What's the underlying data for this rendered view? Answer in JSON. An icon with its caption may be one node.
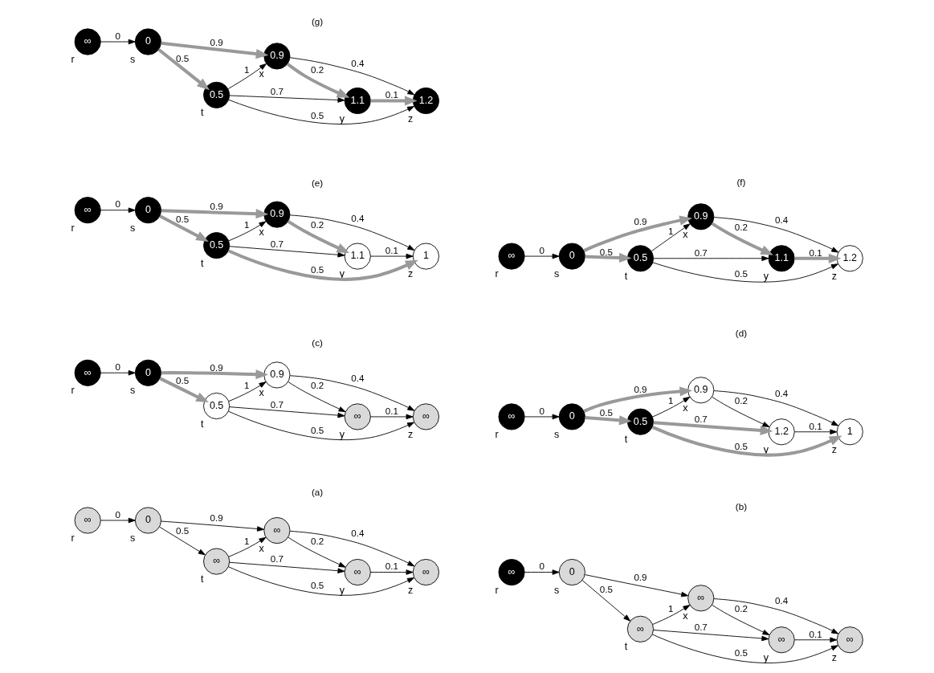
{
  "diagram": {
    "nodes": [
      {
        "text": [
          "∞"
        ],
        "beside": [
          "r"
        ]
      },
      {
        "text": [
          "0"
        ],
        "beside": [
          "s"
        ]
      },
      {
        "text": [
          "∞"
        ],
        "beside": [
          "t"
        ]
      },
      {
        "text": [
          "∞"
        ],
        "beside": [
          "x"
        ]
      },
      {
        "text": [
          "∞"
        ],
        "beside": [
          "y"
        ]
      },
      {
        "text": [
          "∞"
        ],
        "beside": [
          "z"
        ]
      },
      {
        "text": [
          "∞"
        ],
        "beside": [
          "r"
        ]
      },
      {
        "text": [
          "0"
        ],
        "beside": [
          "s"
        ]
      },
      {
        "text": [
          "∞"
        ],
        "beside": [
          "t"
        ]
      },
      {
        "text": [
          "∞"
        ],
        "beside": [
          "x"
        ]
      },
      {
        "text": [
          "∞"
        ],
        "beside": [
          "y"
        ]
      },
      {
        "text": [
          "∞"
        ],
        "beside": [
          "z"
        ]
      },
      {
        "text": [
          "∞"
        ],
        "beside": [
          "r"
        ]
      },
      {
        "text": [
          "0"
        ],
        "beside": [
          "s"
        ]
      },
      {
        "text": [
          "0.5"
        ],
        "beside": [
          "t"
        ]
      },
      {
        "text": [
          "0.9"
        ],
        "beside": [
          "x"
        ]
      },
      {
        "text": [
          "∞"
        ],
        "beside": [
          "y"
        ]
      },
      {
        "text": [
          "∞"
        ],
        "beside": [
          "z"
        ]
      },
      {
        "text": [
          "∞"
        ],
        "beside": [
          "r"
        ]
      },
      {
        "text": [
          "0"
        ],
        "beside": [
          "s"
        ]
      },
      {
        "text": [
          "0.5"
        ],
        "beside": [
          "t"
        ]
      },
      {
        "text": [
          "0.9"
        ],
        "beside": [
          "x"
        ]
      },
      {
        "text": [
          "1.2"
        ],
        "beside": [
          "y"
        ]
      },
      {
        "text": [
          "1"
        ],
        "beside": [
          "z"
        ]
      },
      {
        "text": [
          "∞"
        ],
        "beside": [
          "r"
        ]
      },
      {
        "text": [
          "0"
        ],
        "beside": [
          "s"
        ]
      },
      {
        "text": [
          "0.5"
        ],
        "beside": [
          "t"
        ]
      },
      {
        "text": [
          "0.9"
        ],
        "beside": [
          "x"
        ]
      },
      {
        "text": [
          "1.1"
        ],
        "beside": [
          "y"
        ]
      },
      {
        "text": [
          "1"
        ],
        "beside": [
          "z"
        ]
      },
      {
        "text": [
          "∞"
        ],
        "beside": [
          "r"
        ]
      },
      {
        "text": [
          "0"
        ],
        "beside": [
          "s"
        ]
      },
      {
        "text": [
          "0.5"
        ],
        "beside": [
          "t"
        ]
      },
      {
        "text": [
          "0.9"
        ],
        "beside": [
          "x"
        ]
      },
      {
        "text": [
          "1.1"
        ],
        "beside": [
          "y"
        ]
      },
      {
        "text": [
          "1.2"
        ],
        "beside": [
          "z"
        ]
      },
      {
        "text": [
          "∞"
        ],
        "beside": [
          "r"
        ]
      },
      {
        "text": [
          "0"
        ],
        "beside": [
          "s"
        ]
      },
      {
        "text": [
          "0.5"
        ],
        "beside": [
          "t"
        ]
      },
      {
        "text": [
          "0.9"
        ],
        "beside": [
          "x"
        ]
      },
      {
        "text": [
          "1.1"
        ],
        "beside": [
          "y"
        ]
      },
      {
        "text": [
          "1.2"
        ],
        "beside": [
          "z"
        ]
      }
    ],
    "edges": [
      {
        "from": 0,
        "to": 1,
        "arrow": "to",
        "label": "0"
      },
      {
        "from": 1,
        "to": 2,
        "arrow": "to",
        "label": "0.5"
      },
      {
        "from": 1,
        "to": 3,
        "arrow": "to",
        "label": "0.9"
      },
      {
        "from": 2,
        "to": 3,
        "arrow": "to",
        "label": "1"
      },
      {
        "from": 3,
        "to": 4,
        "arrow": "to",
        "label": "0.2"
      },
      {
        "from": 4,
        "to": 5,
        "arrow": "to",
        "label": "0.1"
      },
      {
        "from": 3,
        "to": 5,
        "arrow": "to",
        "label": "0.4"
      },
      {
        "from": 2,
        "to": 4,
        "arrow": "to",
        "label": "0.7"
      },
      {
        "from": 2,
        "to": 5,
        "arrow": "to",
        "label": "0.5"
      },
      {
        "from": 6,
        "to": 7,
        "arrow": "to",
        "label": "0"
      },
      {
        "from": 7,
        "to": 8,
        "arrow": "to",
        "label": "0.5"
      },
      {
        "from": 7,
        "to": 9,
        "arrow": "to",
        "label": "0.9"
      },
      {
        "from": 8,
        "to": 9,
        "arrow": "to",
        "label": "1"
      },
      {
        "from": 9,
        "to": 10,
        "arrow": "to",
        "label": "0.2"
      },
      {
        "from": 10,
        "to": 11,
        "arrow": "to",
        "label": "0.1"
      },
      {
        "from": 9,
        "to": 11,
        "arrow": "to",
        "label": "0.4"
      },
      {
        "from": 8,
        "to": 10,
        "arrow": "to",
        "label": "0.7"
      },
      {
        "from": 8,
        "to": 11,
        "arrow": "to",
        "label": "0.5"
      },
      {
        "from": 12,
        "to": 13,
        "arrow": "to",
        "label": "0"
      },
      {
        "from": 13,
        "to": 14,
        "arrow": "to",
        "label": "0.5",
        "style": "thick",
        "color": "#999999"
      },
      {
        "from": 13,
        "to": 15,
        "arrow": "to",
        "label": "0.9",
        "style": "thick",
        "color": "#999999"
      },
      {
        "from": 14,
        "to": 15,
        "arrow": "to",
        "label": "1"
      },
      {
        "from": 15,
        "to": 16,
        "arrow": "to",
        "label": "0.2"
      },
      {
        "from": 16,
        "to": 17,
        "arrow": "to",
        "label": "0.1"
      },
      {
        "from": 15,
        "to": 17,
        "arrow": "to",
        "label": "0.4"
      },
      {
        "from": 14,
        "to": 16,
        "arrow": "to",
        "label": "0.7"
      },
      {
        "from": 14,
        "to": 17,
        "arrow": "to",
        "label": "0.5"
      },
      {
        "from": 18,
        "to": 19,
        "arrow": "to",
        "label": "0"
      },
      {
        "from": 19,
        "to": 20,
        "arrow": "to",
        "label": "0.5",
        "style": "thick",
        "color": "#999999"
      },
      {
        "from": 19,
        "to": 21,
        "arrow": "to",
        "label": "0.9",
        "style": "thick",
        "color": "#999999"
      },
      {
        "from": 20,
        "to": 21,
        "arrow": "to",
        "label": "1"
      },
      {
        "from": 21,
        "to": 22,
        "arrow": "to",
        "label": "0.2"
      },
      {
        "from": 22,
        "to": 23,
        "arrow": "to",
        "label": "0.1"
      },
      {
        "from": 21,
        "to": 23,
        "arrow": "to",
        "label": "0.4"
      },
      {
        "from": 20,
        "to": 22,
        "arrow": "to",
        "label": "0.7",
        "style": "thick",
        "color": "#999999"
      },
      {
        "from": 20,
        "to": 23,
        "arrow": "to",
        "label": "0.5",
        "style": "thick",
        "color": "#999999"
      },
      {
        "from": 24,
        "to": 25,
        "arrow": "to",
        "label": "0"
      },
      {
        "from": 25,
        "to": 26,
        "arrow": "to",
        "label": "0.5",
        "style": "thick",
        "color": "#999999"
      },
      {
        "from": 25,
        "to": 27,
        "arrow": "to",
        "label": "0.9",
        "style": "thick",
        "color": "#999999"
      },
      {
        "from": 26,
        "to": 27,
        "arrow": "to",
        "label": "1"
      },
      {
        "from": 27,
        "to": 28,
        "arrow": "to",
        "label": "0.2",
        "style": "thick",
        "color": "#999999"
      },
      {
        "from": 28,
        "to": 29,
        "arrow": "to",
        "label": "0.1"
      },
      {
        "from": 27,
        "to": 29,
        "arrow": "to",
        "label": "0.4"
      },
      {
        "from": 26,
        "to": 28,
        "arrow": "to",
        "label": "0.7"
      },
      {
        "from": 26,
        "to": 29,
        "arrow": "to",
        "label": "0.5",
        "style": "thick",
        "color": "#999999"
      },
      {
        "from": 30,
        "to": 31,
        "arrow": "to",
        "label": "0"
      },
      {
        "from": 31,
        "to": 32,
        "arrow": "to",
        "label": "0.5",
        "style": "thick",
        "color": "#999999"
      },
      {
        "from": 31,
        "to": 33,
        "arrow": "to",
        "label": "0.9",
        "style": "thick",
        "color": "#999999"
      },
      {
        "from": 32,
        "to": 33,
        "arrow": "to",
        "label": "1"
      },
      {
        "from": 33,
        "to": 34,
        "arrow": "to",
        "label": "0.2",
        "style": "thick",
        "color": "#999999"
      },
      {
        "from": 34,
        "to": 35,
        "arrow": "to",
        "label": "0.1",
        "style": "thick",
        "color": "#999999"
      },
      {
        "from": 33,
        "to": 35,
        "arrow": "to",
        "label": "0.4"
      },
      {
        "from": 32,
        "to": 34,
        "arrow": "to",
        "label": "0.7"
      },
      {
        "from": 32,
        "to": 35,
        "arrow": "to",
        "label": "0.5"
      },
      {
        "from": 36,
        "to": 37,
        "arrow": "to",
        "label": "0"
      },
      {
        "from": 37,
        "to": 38,
        "arrow": "to",
        "label": "0.5",
        "style": "thick",
        "color": "#999999"
      },
      {
        "from": 37,
        "to": 39,
        "arrow": "to",
        "label": "0.9",
        "style": "thick",
        "color": "#999999"
      },
      {
        "from": 38,
        "to": 39,
        "arrow": "to",
        "label": "1"
      },
      {
        "from": 39,
        "to": 40,
        "arrow": "to",
        "label": "0.2",
        "style": "thick",
        "color": "#999999"
      },
      {
        "from": 40,
        "to": 41,
        "arrow": "to",
        "label": "0.1",
        "style": "thick",
        "color": "#999999"
      },
      {
        "from": 39,
        "to": 41,
        "arrow": "to",
        "label": "0.4"
      },
      {
        "from": 38,
        "to": 40,
        "arrow": "to",
        "label": "0.7"
      },
      {
        "from": 38,
        "to": 41,
        "arrow": "to",
        "label": "0.5"
      }
    ],
    "labels": [
      "(a)",
      "(b)",
      "(c)",
      "(d)",
      "(e)",
      "(f)",
      "(g)"
    ]
  }
}
